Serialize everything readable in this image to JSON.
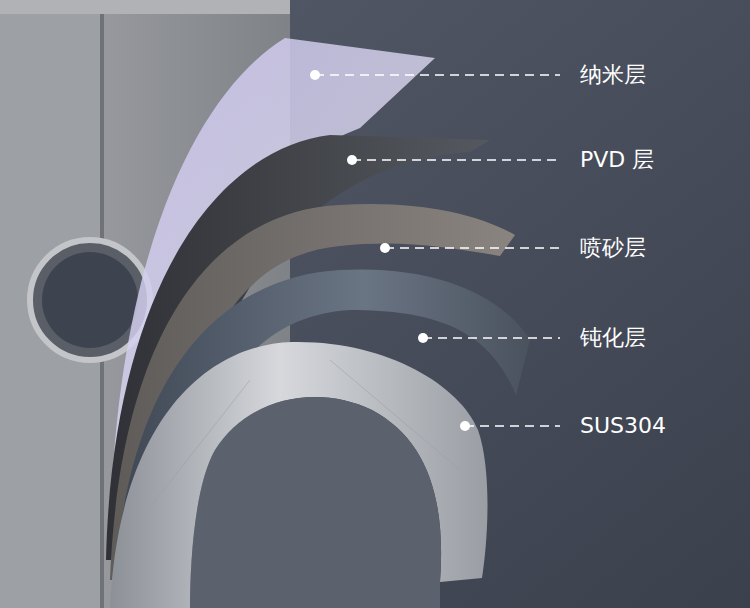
{
  "diagram": {
    "labels": [
      "纳米层",
      "PVD 层",
      "喷砂层",
      "钝化层",
      "SUS304"
    ]
  }
}
